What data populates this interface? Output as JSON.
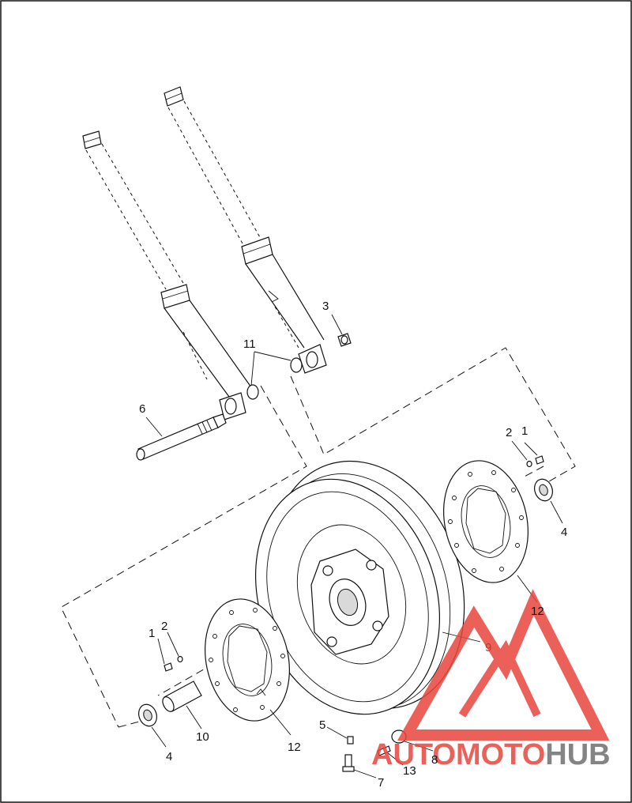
{
  "diagram": {
    "labels": [
      {
        "id": "l1a",
        "text": "1"
      },
      {
        "id": "l2a",
        "text": "2"
      },
      {
        "id": "l3",
        "text": "3"
      },
      {
        "id": "l4a",
        "text": "4"
      },
      {
        "id": "l11",
        "text": "11"
      },
      {
        "id": "l6",
        "text": "6"
      },
      {
        "id": "l12a",
        "text": "12"
      },
      {
        "id": "l9",
        "text": "9"
      },
      {
        "id": "l1b",
        "text": "1"
      },
      {
        "id": "l2b",
        "text": "2"
      },
      {
        "id": "l10",
        "text": "10"
      },
      {
        "id": "l12b",
        "text": "12"
      },
      {
        "id": "l4b",
        "text": "4"
      },
      {
        "id": "l5",
        "text": "5"
      },
      {
        "id": "l8",
        "text": "8"
      },
      {
        "id": "l13",
        "text": "13"
      },
      {
        "id": "l7",
        "text": "7"
      }
    ],
    "colors": {
      "line": "#111111",
      "label_9": "#c0392b",
      "watermark_red": "#e8453c",
      "watermark_gray": "#6f6f6f"
    }
  },
  "watermark": {
    "part1": "AUTO",
    "part2": "MOTO",
    "part3": "HUB"
  }
}
